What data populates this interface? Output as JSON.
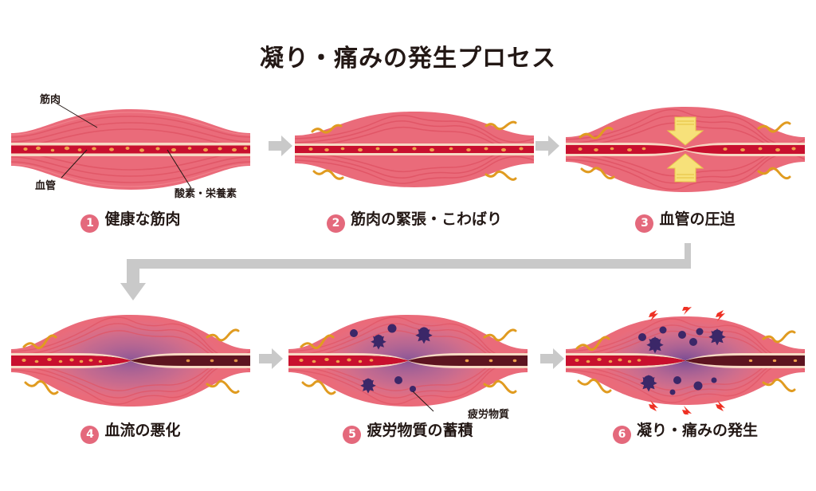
{
  "page": {
    "title": "凝り・痛みの発生プロセス",
    "background_color": "#ffffff"
  },
  "colors": {
    "badge": "#e4697c",
    "muscle_light": "#f2868f",
    "muscle_mid": "#ea6b7a",
    "muscle_fiber": "#e05565",
    "muscle_dark": "#d94a5c",
    "vessel_bright": "#c8102e",
    "vessel_dark": "#5d1420",
    "vessel_wall": "#f7d9c4",
    "nutrient": "#f0a04b",
    "tension_squiggle": "#e09b20",
    "compression_arrow": "#f7e17a",
    "compression_arrow_edge": "#e8c84a",
    "fatigue_dot": "#3b2768",
    "haze_purple": "#7b5ea8",
    "pain_bolt": "#ee3124",
    "flow_arrow": "#c9c9c9",
    "text": "#231815"
  },
  "annotations": {
    "muscle": "筋肉",
    "vessel": "血管",
    "nutrients": "酸素・栄養素",
    "fatigue": "疲労物質"
  },
  "steps": [
    {
      "number": "1",
      "label": "健康な筋肉"
    },
    {
      "number": "2",
      "label": "筋肉の緊張・こわばり"
    },
    {
      "number": "3",
      "label": "血管の圧迫"
    },
    {
      "number": "4",
      "label": "血流の悪化"
    },
    {
      "number": "5",
      "label": "疲労物質の蓄積"
    },
    {
      "number": "6",
      "label": "凝り・痛みの発生"
    }
  ]
}
